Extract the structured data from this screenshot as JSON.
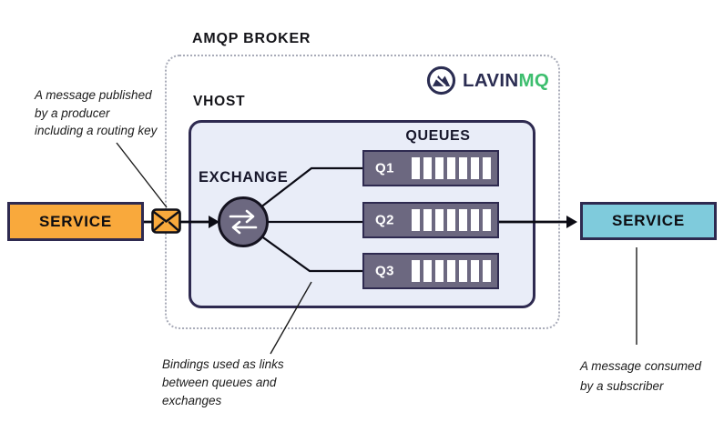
{
  "diagram": {
    "broker_title": "AMQP BROKER",
    "vhost_label": "VHOST",
    "exchange_label": "EXCHANGE",
    "queues_label": "QUEUES",
    "queues": [
      {
        "label": "Q1"
      },
      {
        "label": "Q2"
      },
      {
        "label": "Q3"
      }
    ],
    "service_left_label": "SERVICE",
    "service_right_label": "SERVICE",
    "logo": {
      "icon": "lavinmq-mountain-icon",
      "text_primary": "LAVIN",
      "text_secondary": "MQ"
    },
    "annotations": {
      "producer": [
        "A message published",
        "by a producer",
        "including a routing key"
      ],
      "bindings": [
        "Bindings used as links",
        "between queues and",
        "exchanges"
      ],
      "consumer": [
        "A message consumed",
        "by a subscriber"
      ]
    },
    "colors": {
      "service_producer_fill": "#f9a93c",
      "service_consumer_fill": "#7fcbdc",
      "queue_fill": "#6c6880",
      "exchange_fill": "#6c6880",
      "box_border_navy": "#2e2a50",
      "vhost_fill": "#e9edf8",
      "broker_dotted_border": "#a8abb8",
      "logo_navy": "#2b2d52",
      "logo_green": "#3dbe6e",
      "envelope_fill": "#f9a93c"
    }
  }
}
